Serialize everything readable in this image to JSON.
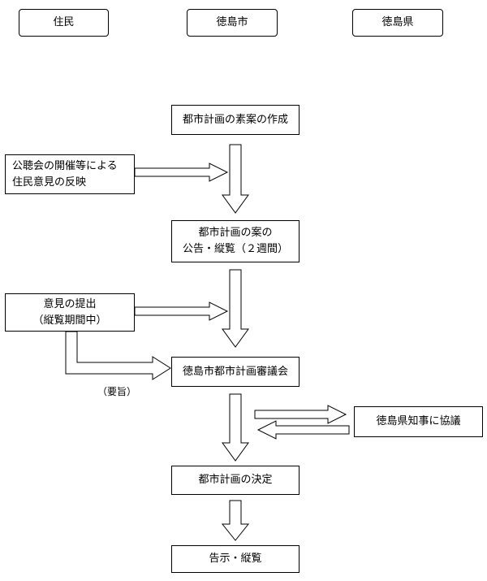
{
  "headers": {
    "resident": "住民",
    "city": "徳島市",
    "prefecture": "徳島県"
  },
  "steps": {
    "draft": "都市計画の素案の作成",
    "plan_notice": {
      "line1": "都市計画の案の",
      "line2": "公告・縦覧（２週間）"
    },
    "council": "徳島市都市計画審議会",
    "decision": "都市計画の決定",
    "announce": "告示・縦覧"
  },
  "side": {
    "hearing": {
      "line1": "公聴会の開催等による",
      "line2": "住民意見の反映"
    },
    "opinion": {
      "line1": "意見の提出",
      "line2": "（縦覧期間中）"
    },
    "consult": "徳島県知事に協議"
  },
  "labels": {
    "summary": "（要旨）"
  }
}
